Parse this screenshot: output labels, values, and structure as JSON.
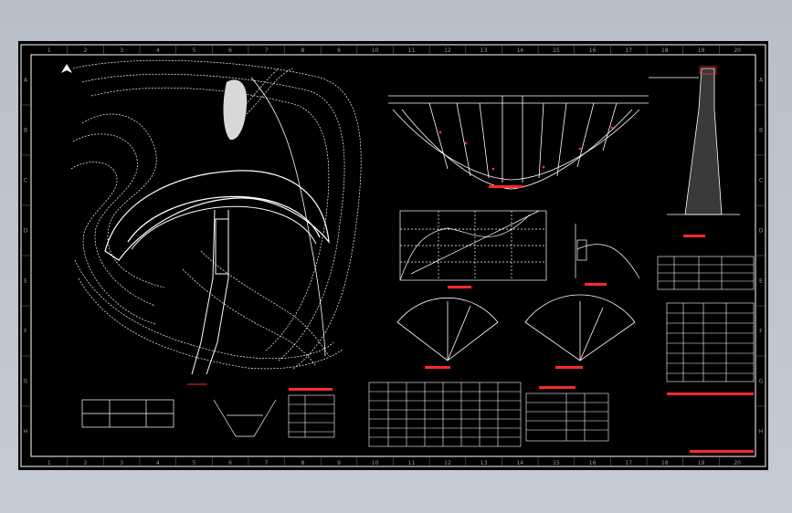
{
  "drawing": {
    "col_labels": [
      "1",
      "2",
      "3",
      "4",
      "5",
      "6",
      "7",
      "8",
      "9",
      "10",
      "11",
      "12",
      "13",
      "14",
      "15",
      "16",
      "17",
      "18",
      "19",
      "20"
    ],
    "row_labels": [
      "A",
      "B",
      "C",
      "D",
      "E",
      "F",
      "G",
      "H"
    ],
    "colors": {
      "background": "#b9c2cc",
      "sheet": "#000000",
      "line": "#ffffff",
      "annotation": "#ff2a2a",
      "grid_dim": "#7a7a7a"
    },
    "icons": [
      "north-arrow-icon"
    ]
  }
}
